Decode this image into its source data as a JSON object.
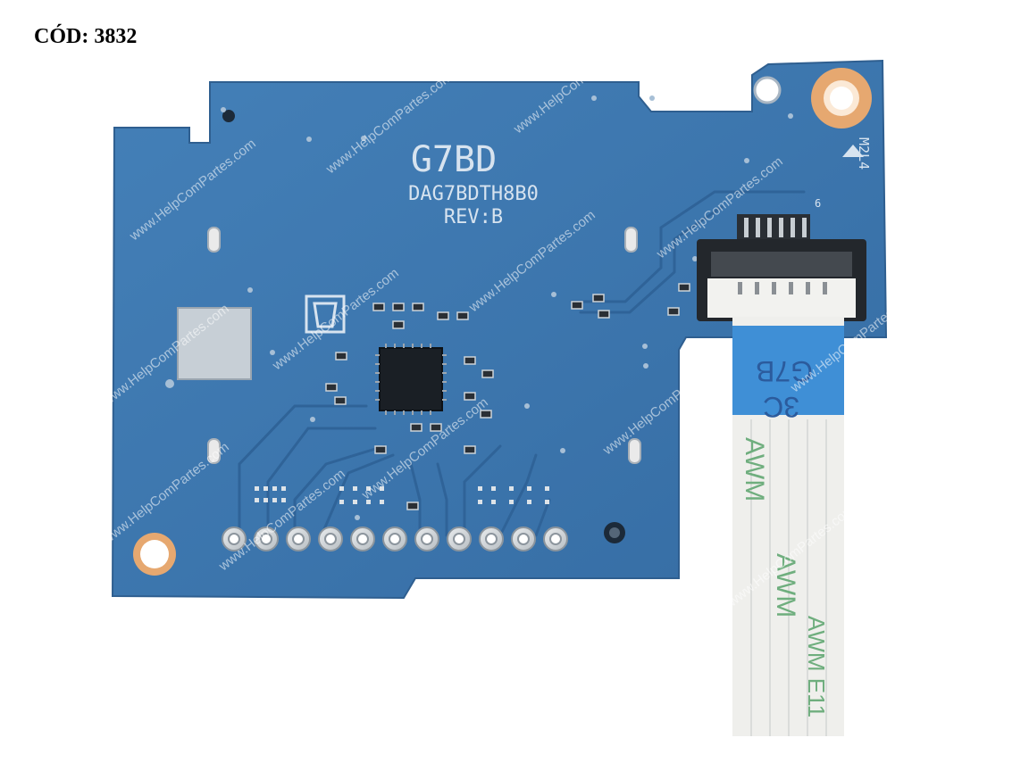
{
  "header": {
    "code": "CÓD: 3832"
  },
  "board": {
    "model": "G7BD",
    "part_number": "DAG7BDTH8B0",
    "revision": "REV:B",
    "screw_mark": "M2L4",
    "connector_pin": "6"
  },
  "cable": {
    "blue_text_1": "G7B",
    "blue_text_2": "3C",
    "white_text": [
      "AWM",
      "AWM",
      "AWM E11"
    ]
  },
  "watermark": {
    "text": "www.HelpComPartes.com"
  },
  "colors": {
    "pcb": "#3d76ad",
    "pcb_dark": "#2e5f92",
    "pad": "#d9dde0",
    "copper": "#e6a870",
    "cable_blue": "#3f8fd6",
    "cable_white": "#eeeeee"
  }
}
